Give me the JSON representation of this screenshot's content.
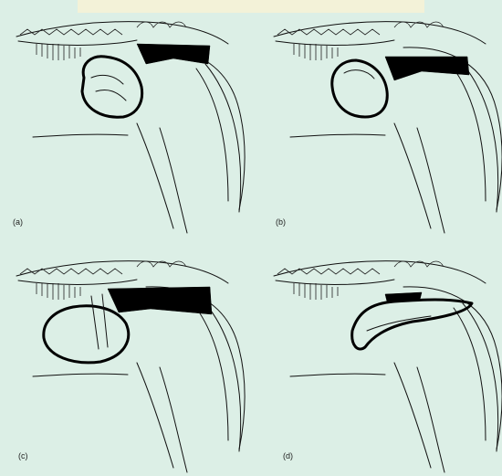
{
  "figure": {
    "panels": [
      {
        "label": "(a)"
      },
      {
        "label": "(b)"
      },
      {
        "label": "(c)"
      },
      {
        "label": "(d)"
      }
    ]
  },
  "colors": {
    "background": "#dcefe6",
    "ink": "#000000",
    "top_band": "#f3f2d8"
  }
}
